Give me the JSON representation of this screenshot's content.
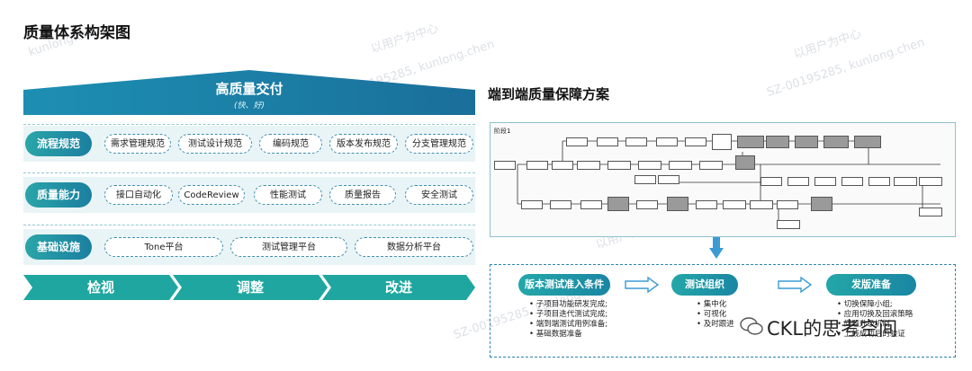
{
  "title": "质量体系构架图",
  "pyramid": {
    "roof_title": "高质量交付",
    "roof_sub": "(快、好)",
    "rows": [
      {
        "label": "流程规范",
        "items": [
          "需求管理规范",
          "测试设计规范",
          "编码规范",
          "版本发布规范",
          "分支管理规范"
        ]
      },
      {
        "label": "质量能力",
        "items": [
          "接口自动化",
          "CodeReview",
          "性能测试",
          "质量报告",
          "安全测试"
        ]
      },
      {
        "label": "基础设施",
        "items": [
          "Tone平台",
          "测试管理平台",
          "数据分析平台"
        ]
      }
    ],
    "banners": [
      "检视",
      "调整",
      "改进"
    ]
  },
  "right": {
    "title": "端到端质量保障方案",
    "flow_label": "阶段1",
    "stages": [
      {
        "label": "版本测试准入条件",
        "bullets": [
          "子项目功能研发完成;",
          "子项目迭代测试完成;",
          "端到端测试用例准备;",
          "基础数据准备"
        ]
      },
      {
        "label": "测试组织",
        "bullets": [
          "集中化",
          "可视化",
          "及时跟进"
        ]
      },
      {
        "label": "发版准备",
        "bullets": [
          "切换保障小组;",
          "应用切换及回滚策略",
          "问题升级机制",
          "上线成功后的验证"
        ]
      }
    ]
  },
  "watermarks": [
    "以用户为中心",
    "kunlong.chen",
    "SZ-00195285, kunlong.chen"
  ],
  "brand": "CKL的思考空间"
}
